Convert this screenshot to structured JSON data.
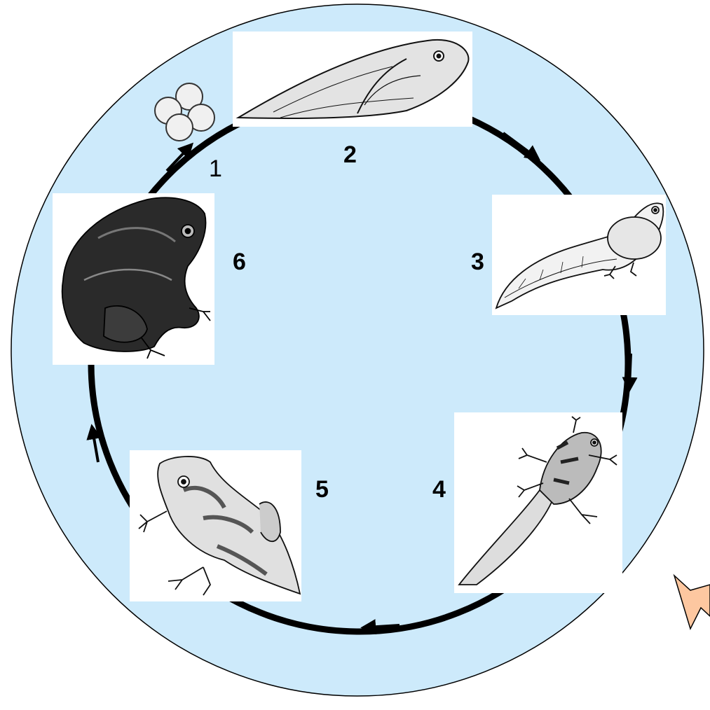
{
  "diagram": {
    "background_color": "#cdeafb",
    "cycle_color": "#000000",
    "egg_color": "#f0f0f0",
    "pointer_color": "#fdc7a0",
    "stages": [
      {
        "label": "1",
        "depicts": "egg-cluster"
      },
      {
        "label": "2",
        "depicts": "tadpole"
      },
      {
        "label": "3",
        "depicts": "tadpole-with-hind-legs"
      },
      {
        "label": "4",
        "depicts": "froglet-with-tail"
      },
      {
        "label": "5",
        "depicts": "young-frog"
      },
      {
        "label": "6",
        "depicts": "adult-frog"
      }
    ]
  }
}
